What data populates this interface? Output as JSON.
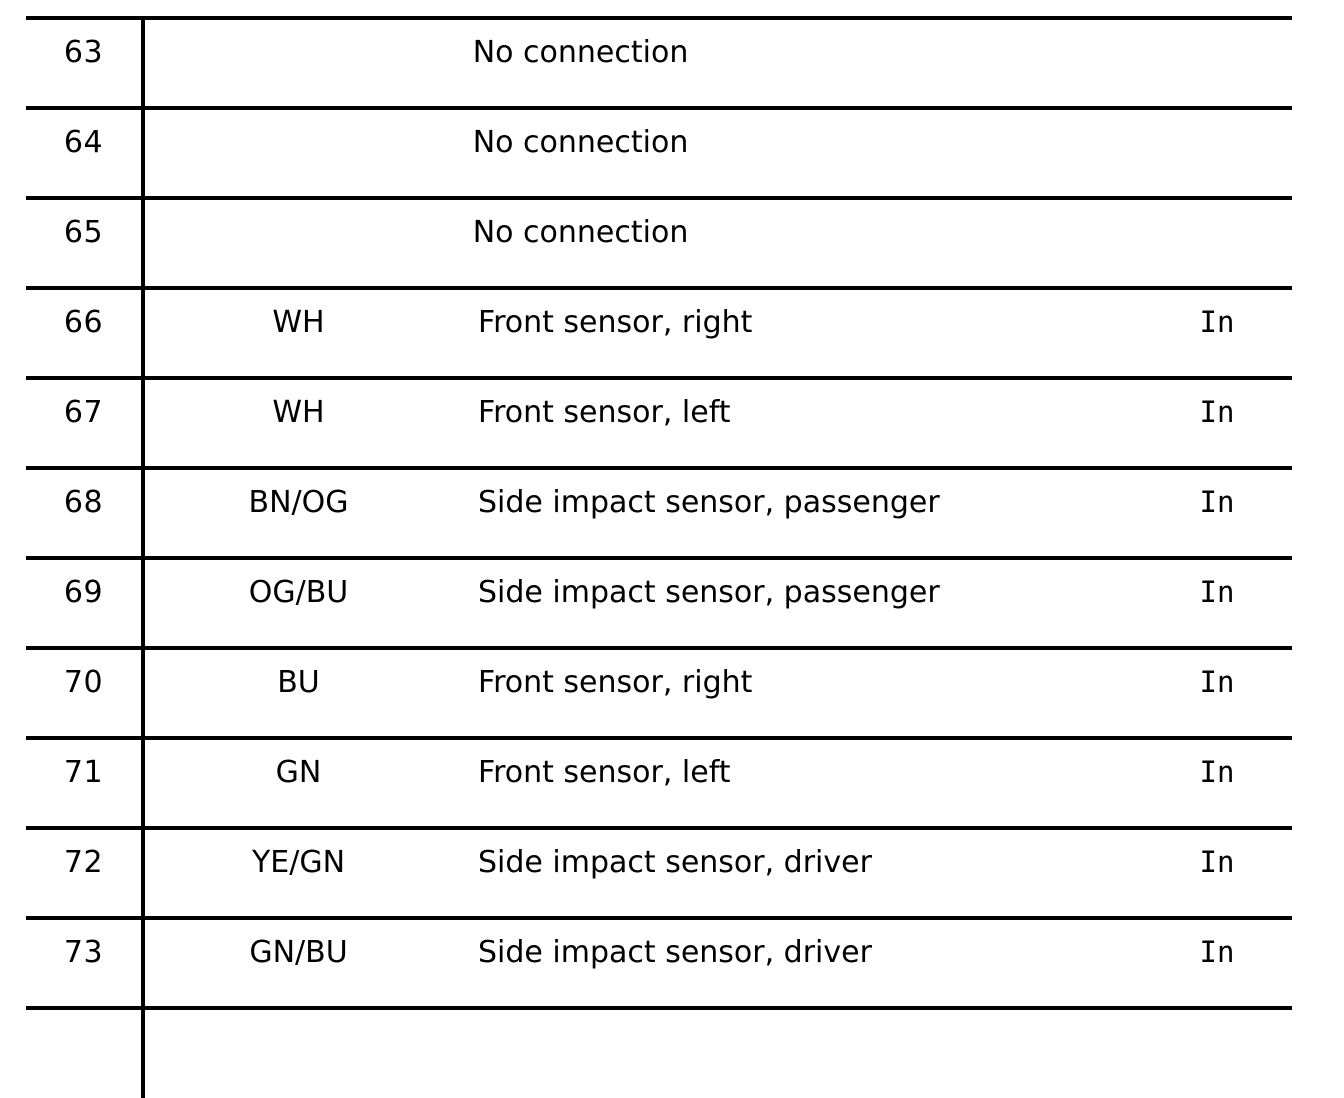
{
  "document": {
    "kind": "pin-assignment-table",
    "columns": {
      "pin": "",
      "wire_color": "",
      "description": "",
      "direction": ""
    }
  },
  "table": {
    "no_connection_label": "No connection",
    "rows": [
      {
        "pin": "63",
        "wire": "",
        "description": "No connection",
        "direction": "",
        "no_connection": true
      },
      {
        "pin": "64",
        "wire": "",
        "description": "No connection",
        "direction": "",
        "no_connection": true
      },
      {
        "pin": "65",
        "wire": "",
        "description": "No connection",
        "direction": "",
        "no_connection": true
      },
      {
        "pin": "66",
        "wire": "WH",
        "description": "Front sensor, right",
        "direction": "In",
        "no_connection": false
      },
      {
        "pin": "67",
        "wire": "WH",
        "description": "Front sensor, left",
        "direction": "In",
        "no_connection": false
      },
      {
        "pin": "68",
        "wire": "BN/OG",
        "description": "Side impact sensor, passenger",
        "direction": "In",
        "no_connection": false
      },
      {
        "pin": "69",
        "wire": "OG/BU",
        "description": "Side impact sensor, passenger",
        "direction": "In",
        "no_connection": false
      },
      {
        "pin": "70",
        "wire": "BU",
        "description": "Front sensor, right",
        "direction": "In",
        "no_connection": false
      },
      {
        "pin": "71",
        "wire": "GN",
        "description": "Front sensor, left",
        "direction": "In",
        "no_connection": false
      },
      {
        "pin": "72",
        "wire": "YE/GN",
        "description": "Side impact sensor, driver",
        "direction": "In",
        "no_connection": false
      },
      {
        "pin": "73",
        "wire": "GN/BU",
        "description": "Side impact sensor, driver",
        "direction": "In",
        "no_connection": false
      }
    ]
  },
  "colors": {
    "rule": "#000000",
    "text": "#000000",
    "background": "#ffffff"
  }
}
